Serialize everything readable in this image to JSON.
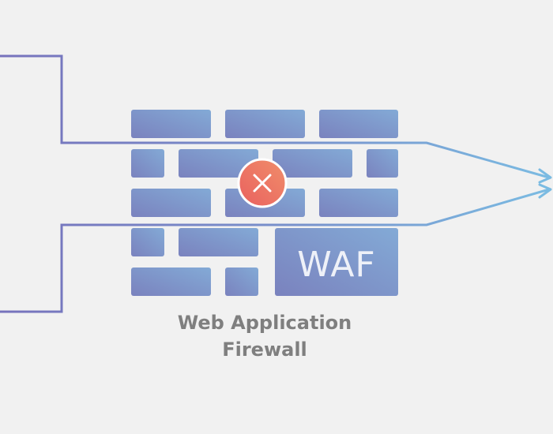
{
  "wall": {
    "label": "WAF"
  },
  "caption": {
    "line1": "Web Application",
    "line2": "Firewall"
  },
  "colors": {
    "background": "#f1f1f1",
    "allowed_path": "#7875bd",
    "allowed_path_exit": "#79b7e0",
    "blocked_path": "#ef7f5d",
    "block_marker": "#ec7461",
    "brick_gradient_start": "#7a85c0",
    "brick_gradient_end": "#82a8d4",
    "caption_text": "#7f7f7f"
  },
  "icons": {
    "block_marker": "x-circle-icon",
    "arrowheads": "arrow-right-icon"
  }
}
